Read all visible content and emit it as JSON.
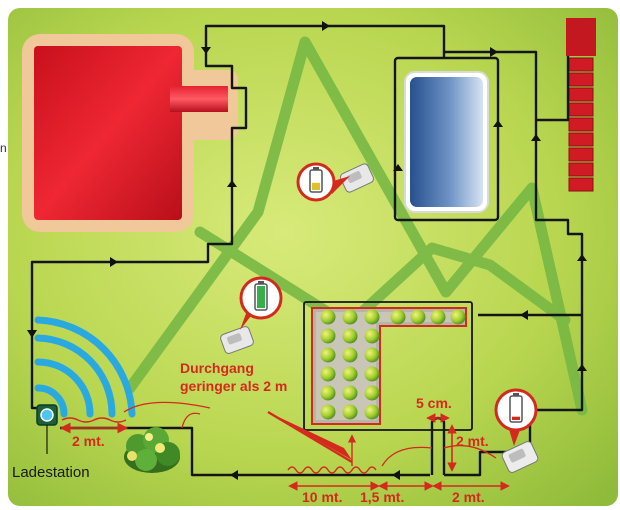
{
  "labels": {
    "station": "Ladestation",
    "passage_line1": "Durchgang",
    "passage_line2": "geringer als 2 m",
    "dim_2mt_station": "2 mt.",
    "dim_5cm": "5 cm.",
    "dim_2mt_vertical": "2 mt.",
    "dim_10mt": "10 mt.",
    "dim_1_5mt": "1,5 mt.",
    "dim_2mt_bottom": "2 mt.",
    "edge_letter": "n"
  },
  "battery_levels": {
    "upper_mower": 0.4,
    "left_mower": 1.0,
    "right_mower": 0.15
  },
  "colors": {
    "lawn": "#b9d650",
    "boundary_wire": "#1a1a1a",
    "mower_path": "#7dbb45",
    "house": "#e4202c",
    "pool": "#2f5f9e",
    "dimension": "#d42a1e",
    "signal": "#2aa9e0",
    "flowers": "#3e8a2c"
  }
}
